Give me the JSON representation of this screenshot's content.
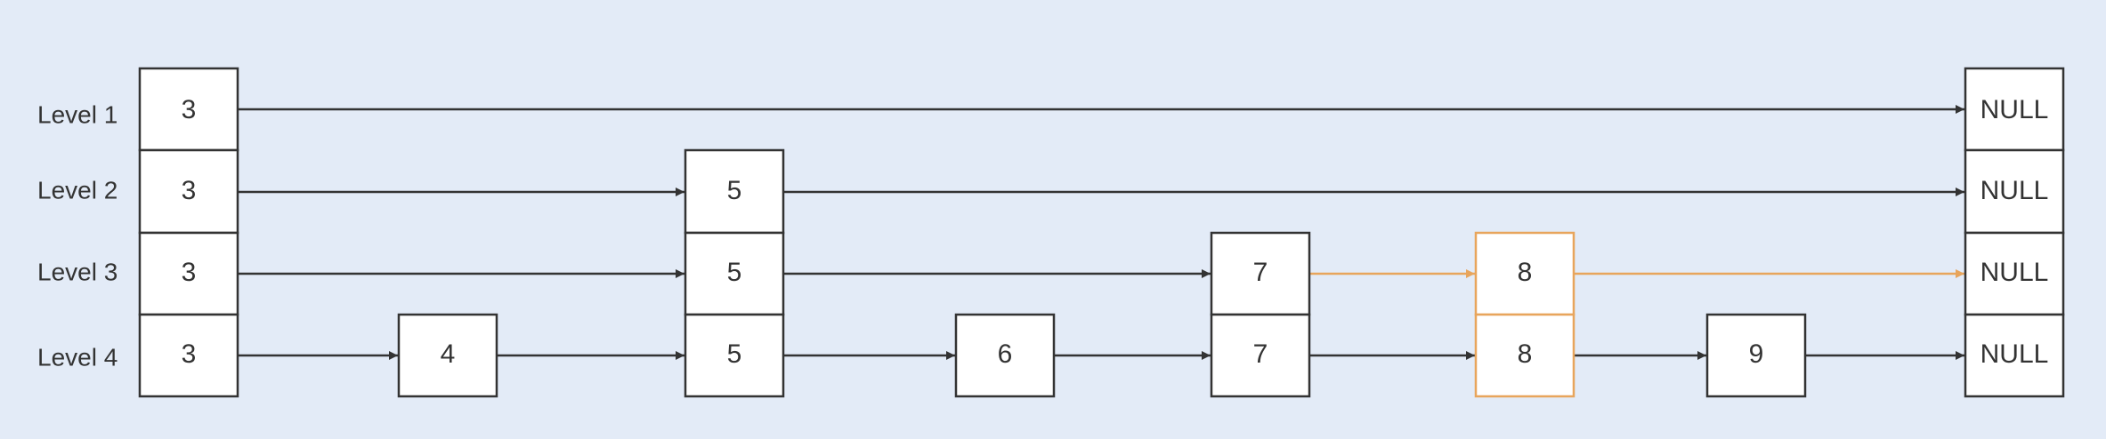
{
  "colors": {
    "background": "#e3ebf7",
    "node_fill": "#ffffff",
    "node_stroke": "#333333",
    "text": "#333333",
    "highlight": "#e8a55c"
  },
  "levels": [
    {
      "label": "Level 1",
      "nodes": [
        "3",
        "NULL"
      ]
    },
    {
      "label": "Level 2",
      "nodes": [
        "3",
        "5",
        "NULL"
      ]
    },
    {
      "label": "Level 3",
      "nodes": [
        "3",
        "5",
        "7",
        "8",
        "NULL"
      ]
    },
    {
      "label": "Level 4",
      "nodes": [
        "3",
        "4",
        "5",
        "6",
        "7",
        "8",
        "9",
        "NULL"
      ]
    }
  ],
  "highlight": {
    "node_value": "8",
    "path": [
      {
        "level": "Level 3",
        "from": "7",
        "to": "8"
      },
      {
        "level": "Level 3",
        "from": "8",
        "to": "NULL"
      }
    ]
  }
}
